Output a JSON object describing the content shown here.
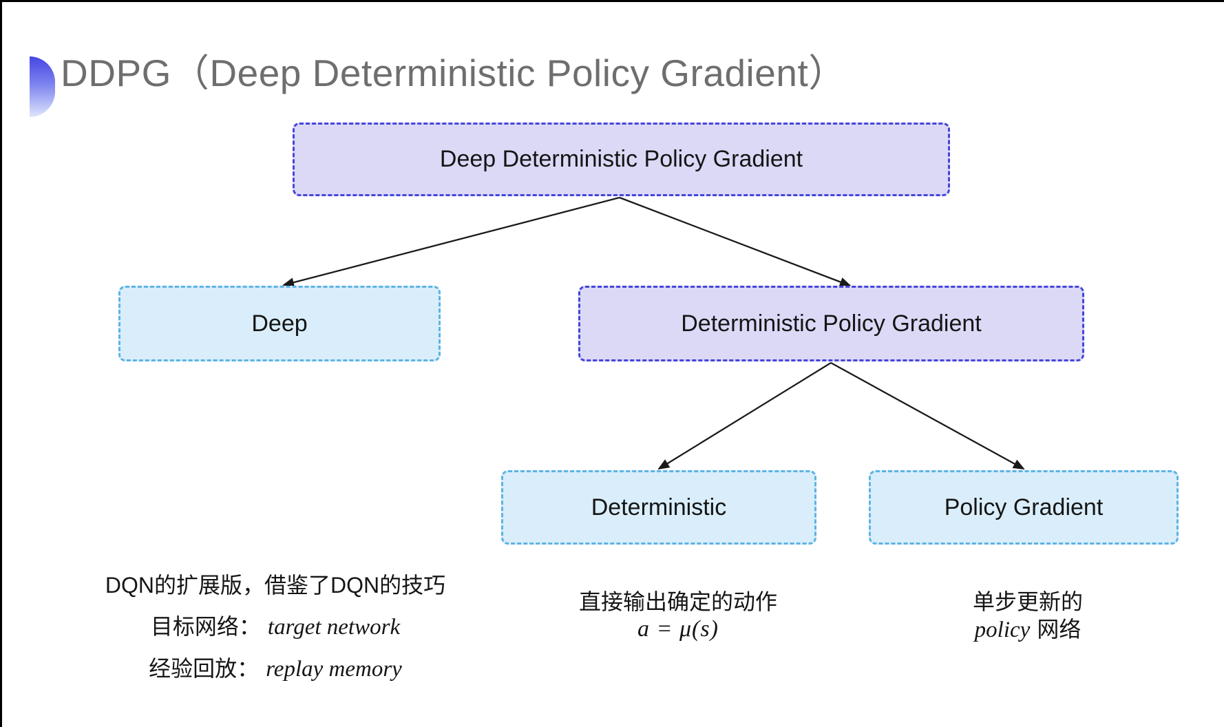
{
  "title": {
    "text": "DDPG（Deep Deterministic Policy Gradient）"
  },
  "colors": {
    "lavender_fill": "#dcd9f7",
    "lavender_border": "#4444db",
    "cyan_fill": "#d9eefa",
    "cyan_border": "#5cb3e4",
    "title_gray": "#6e6e6e",
    "arrow_black": "#1a1a1a",
    "accent_gradient_top": "#4646e2",
    "accent_gradient_bottom": "#dfe5fc"
  },
  "tree": {
    "root": "Deep Deterministic Policy Gradient",
    "level2_left": "Deep",
    "level2_right": "Deterministic Policy Gradient",
    "level3_left": "Deterministic",
    "level3_right": "Policy Gradient"
  },
  "notes": {
    "deep": {
      "line1": "DQN的扩展版，借鉴了DQN的技巧",
      "target_label": "目标网络：",
      "target_value": "target network",
      "replay_label": "经验回放：",
      "replay_value": "replay memory"
    },
    "deterministic": {
      "line1": "直接输出确定的动作",
      "formula": "a = μ(s)"
    },
    "policy_gradient": {
      "line1": "单步更新的",
      "word_italic": "policy",
      "word_rest": "网络"
    }
  }
}
